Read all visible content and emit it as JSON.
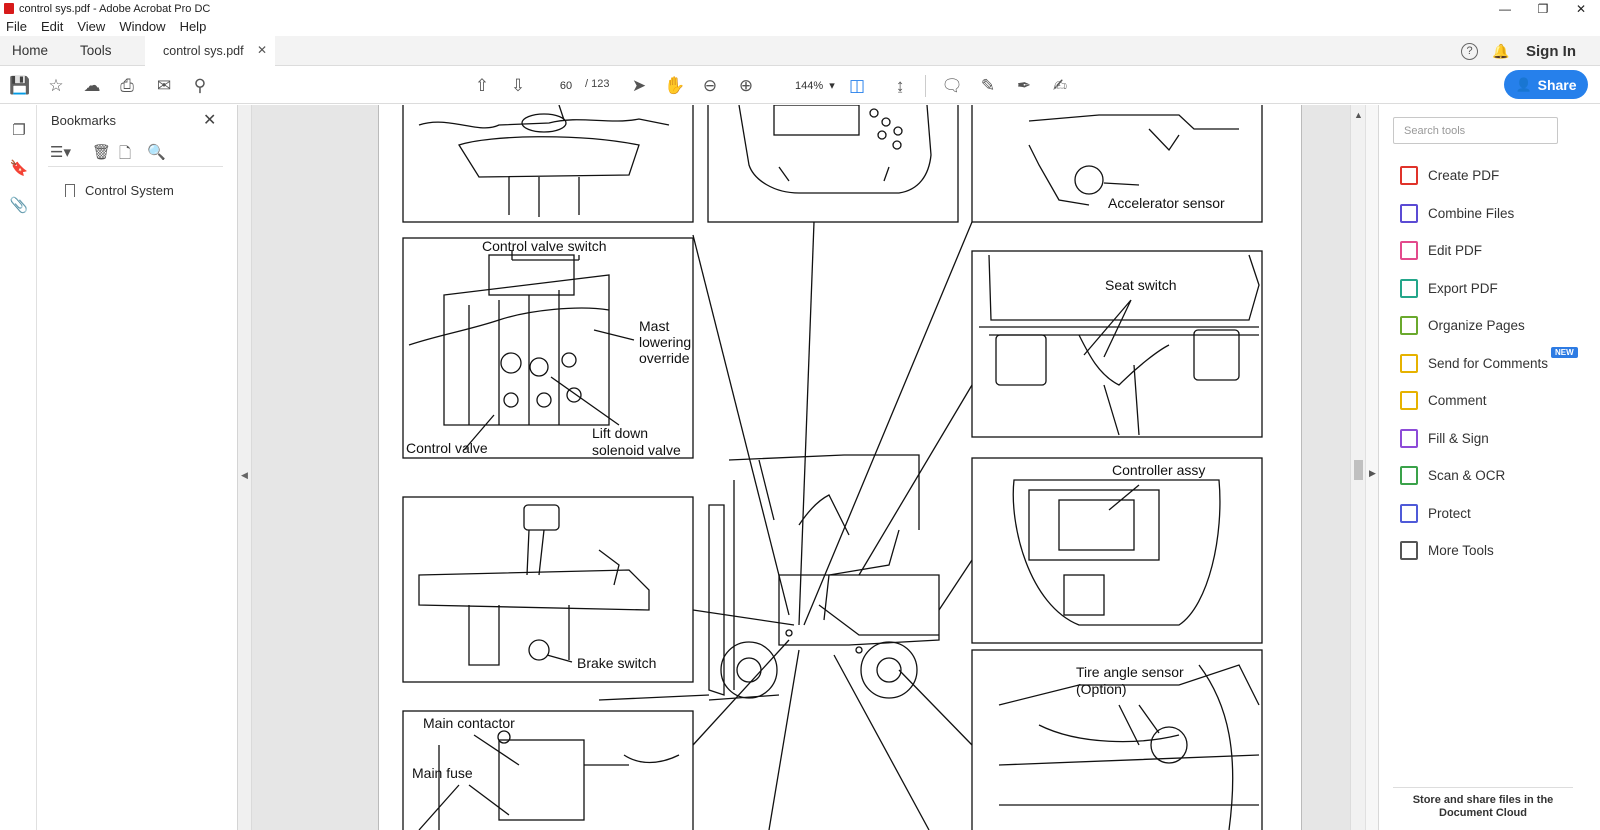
{
  "window": {
    "title": "control sys.pdf - Adobe Acrobat Pro DC"
  },
  "menu": [
    "File",
    "Edit",
    "View",
    "Window",
    "Help"
  ],
  "tabs": {
    "home": "Home",
    "tools": "Tools",
    "document": "control sys.pdf"
  },
  "account": {
    "sign_in": "Sign In"
  },
  "toolbar": {
    "page_current": "60",
    "page_total": "/ 123",
    "zoom": "144%",
    "share_label": "Share"
  },
  "bookmarks": {
    "title": "Bookmarks",
    "items": [
      {
        "label": "Control System"
      }
    ]
  },
  "tools_pane": {
    "search_placeholder": "Search tools",
    "items": [
      {
        "label": "Create PDF",
        "icon": "create-pdf-icon",
        "color": "#e0332a"
      },
      {
        "label": "Combine Files",
        "icon": "combine-files-icon",
        "color": "#5b4bd4"
      },
      {
        "label": "Edit PDF",
        "icon": "edit-pdf-icon",
        "color": "#e34a8c"
      },
      {
        "label": "Export PDF",
        "icon": "export-pdf-icon",
        "color": "#24a68a"
      },
      {
        "label": "Organize Pages",
        "icon": "organize-pages-icon",
        "color": "#6aa92d"
      },
      {
        "label": "Send for Comments",
        "icon": "send-comments-icon",
        "color": "#e6b200"
      },
      {
        "label": "Comment",
        "icon": "comment-icon",
        "color": "#e6b200"
      },
      {
        "label": "Fill & Sign",
        "icon": "fill-sign-icon",
        "color": "#8d4bd8"
      },
      {
        "label": "Scan & OCR",
        "icon": "scan-ocr-icon",
        "color": "#3aa24a"
      },
      {
        "label": "Protect",
        "icon": "protect-icon",
        "color": "#4f5ad8"
      },
      {
        "label": "More Tools",
        "icon": "more-tools-icon",
        "color": "#555555"
      }
    ],
    "new_badge": "NEW",
    "cloud_message": "Store and share files in the Document Cloud"
  },
  "document": {
    "labels": {
      "accelerator_sensor": "Accelerator sensor",
      "control_valve_switch": "Control valve switch",
      "mast_lowering_1": "Mast",
      "mast_lowering_2": "lowering",
      "mast_lowering_3": "override",
      "control_valve": "Control valve",
      "lift_down_1": "Lift down",
      "lift_down_2": "solenoid valve",
      "seat_switch": "Seat switch",
      "controller_assy": "Controller assy",
      "brake_switch": "Brake switch",
      "tire_angle_1": "Tire angle sensor",
      "tire_angle_2": "(Option)",
      "main_contactor": "Main contactor",
      "main_fuse": "Main fuse"
    }
  },
  "colors": {
    "accent": "#2680eb",
    "chrome_bg": "#f3f3f3",
    "doc_bg": "#e6e6e6"
  }
}
